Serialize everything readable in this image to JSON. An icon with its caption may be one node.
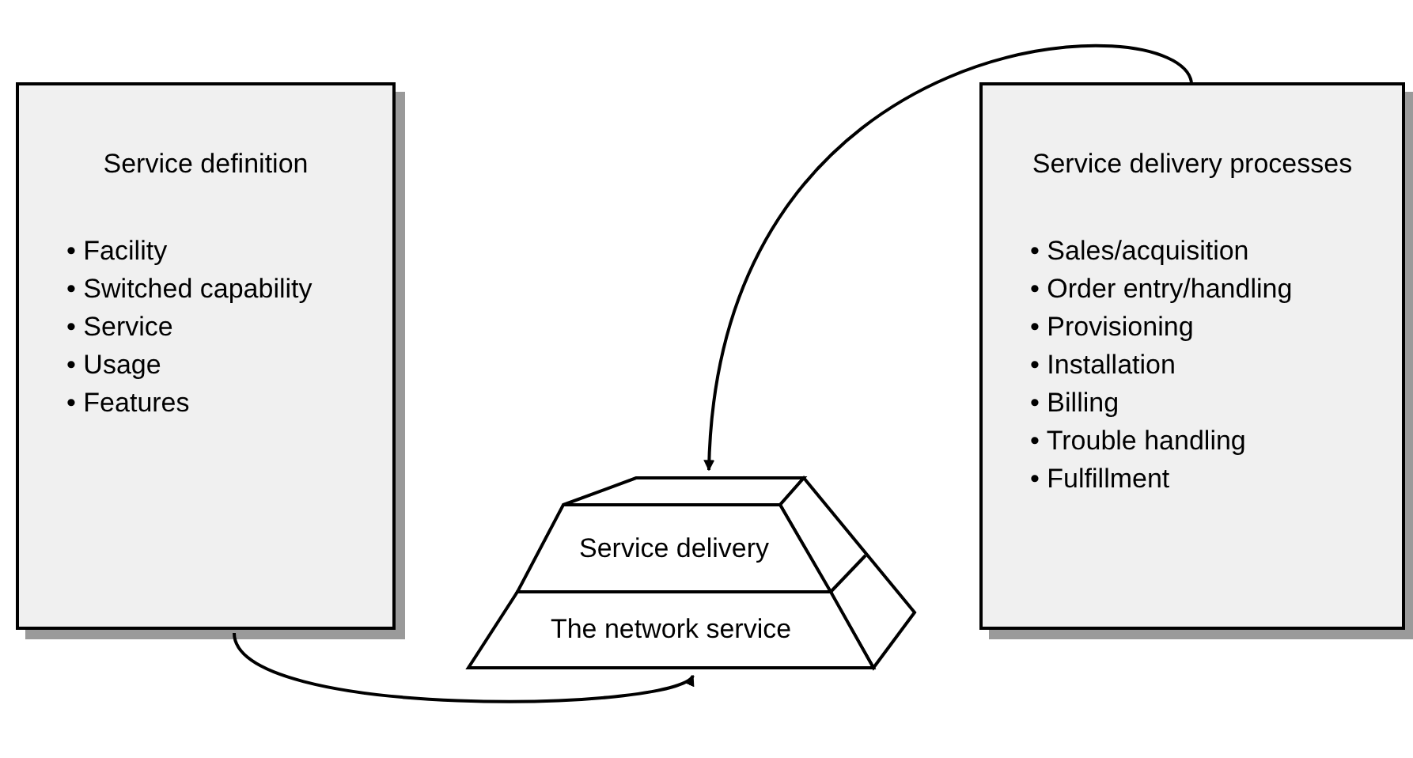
{
  "diagram": {
    "nodes": [
      {
        "text": [
          "Service definition",
          "• Facility",
          "• Switched capability",
          "• Service",
          "• Usage",
          "• Features"
        ]
      },
      {
        "text": [
          "Service delivery processes",
          "• Sales/acquisition",
          "• Order entry/handling",
          "• Provisioning",
          "• Installation",
          "• Billing",
          "• Trouble handling",
          "• Fulfillment"
        ]
      },
      {
        "text": [
          "Service delivery"
        ]
      },
      {
        "text": [
          "The network service"
        ]
      }
    ],
    "edges": [
      {
        "from": 1,
        "to": 2,
        "arrow": "to"
      },
      {
        "from": 0,
        "to": 3,
        "arrow": "to"
      }
    ]
  }
}
